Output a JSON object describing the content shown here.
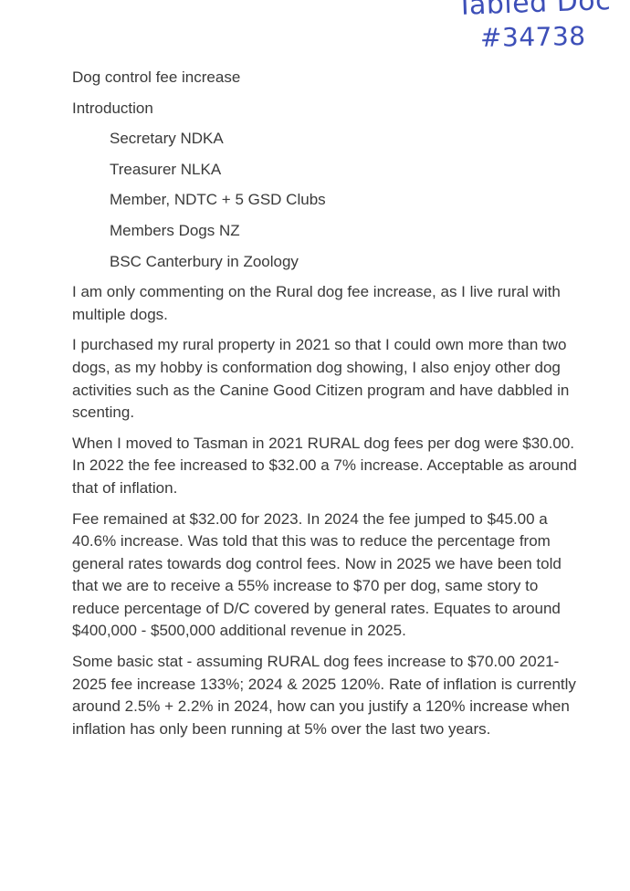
{
  "stamp": {
    "line1": "Tabled Doc",
    "line2": "#34738"
  },
  "document": {
    "title": "Dog control fee increase",
    "introduction": "Introduction",
    "credentials": [
      "Secretary NDKA",
      "Treasurer NLKA",
      "Member, NDTC + 5 GSD Clubs",
      "Members Dogs NZ",
      "BSC Canterbury in Zoology"
    ],
    "paragraphs": [
      "I am only commenting on the Rural dog fee increase, as I live rural with multiple dogs.",
      "I purchased my rural property in 2021 so that I could own more than two dogs, as my hobby is conformation dog showing, I also enjoy other dog activities such as the Canine Good Citizen program and have dabbled in scenting.",
      "When I moved to Tasman in 2021 RURAL dog fees per dog were $30.00. In 2022 the fee increased to $32.00 a 7% increase. Acceptable as around that of inflation.",
      "Fee remained at $32.00 for 2023.  In 2024 the fee jumped to $45.00 a 40.6% increase.  Was told that this was to reduce the percentage from general rates towards dog control fees.  Now in 2025 we have been told that we are to receive a 55% increase to $70 per dog, same story to reduce percentage of D/C covered by general rates.  Equates to around $400,000 - $500,000 additional revenue in 2025.",
      "Some basic stat - assuming RURAL dog fees increase to $70.00 2021-2025 fee increase 133%; 2024 & 2025 120%.  Rate of inflation is currently around 2.5% + 2.2% in 2024, how can you justify a 120% increase when inflation has only been running at 5% over the last two years."
    ]
  }
}
